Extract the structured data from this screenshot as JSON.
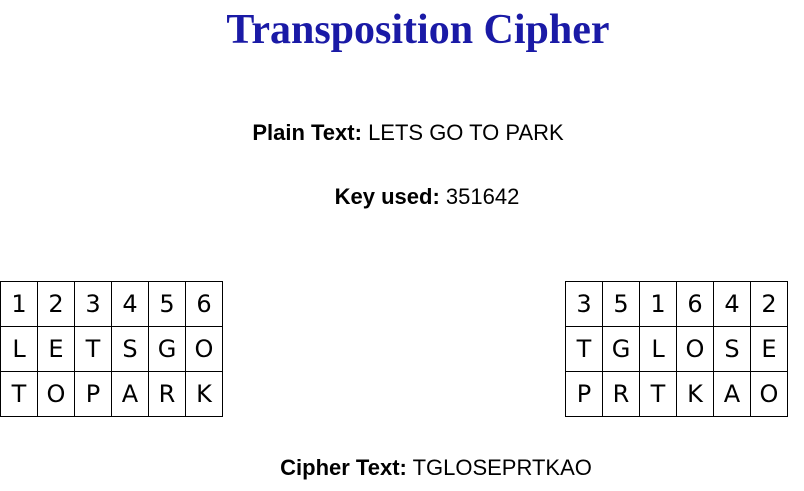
{
  "title": "Transposition Cipher",
  "plain_text": {
    "label": "Plain Text:",
    "value": "LETS GO TO PARK"
  },
  "key": {
    "label": "Key used:",
    "value": "351642"
  },
  "left_table": {
    "header": [
      "1",
      "2",
      "3",
      "4",
      "5",
      "6"
    ],
    "rows": [
      [
        "L",
        "E",
        "T",
        "S",
        "G",
        "O"
      ],
      [
        "T",
        "O",
        "P",
        "A",
        "R",
        "K"
      ]
    ]
  },
  "right_table": {
    "header": [
      "3",
      "5",
      "1",
      "6",
      "4",
      "2"
    ],
    "rows": [
      [
        "T",
        "G",
        "L",
        "O",
        "S",
        "E"
      ],
      [
        "P",
        "R",
        "T",
        "K",
        "A",
        "O"
      ]
    ]
  },
  "cipher_text": {
    "label": "Cipher Text:",
    "value": "TGLOSEPRTKAO"
  },
  "colors": {
    "title": "#1a1aa6",
    "text": "#000000",
    "border": "#000000"
  }
}
